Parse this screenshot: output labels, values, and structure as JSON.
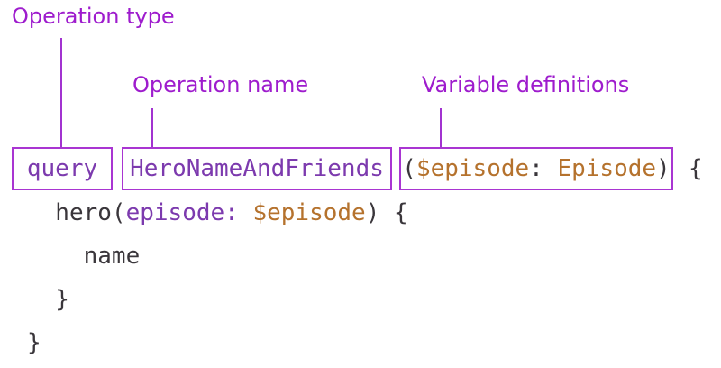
{
  "labels": {
    "operation_type": "Operation type",
    "operation_name": "Operation name",
    "variable_definitions": "Variable definitions"
  },
  "code": {
    "line1": {
      "operation_type": "query",
      "operation_name": "HeroNameAndFriends",
      "variable_definitions": {
        "open_paren": "(",
        "variable_name": "$episode",
        "colon": ":",
        "type_name": "Episode",
        "close_paren": ")"
      },
      "open_brace": "{"
    },
    "line2": {
      "field_name": "hero",
      "open_paren": "(",
      "argument_name": "episode:",
      "argument_value": "$episode",
      "close_paren": ")",
      "open_brace": "{"
    },
    "line3": {
      "field_name": "name"
    },
    "line4": {
      "close_brace": "}"
    },
    "line5": {
      "close_brace": "}"
    }
  },
  "colors": {
    "label_purple": "#9e1ccd",
    "connector_purple": "#a233d0",
    "box_border_purple": "#a935d2",
    "code_keyword_purple": "#7c3aae",
    "code_variable_orange": "#b5722d",
    "code_plain_dark": "#3a363b",
    "background": "#ffffff"
  }
}
